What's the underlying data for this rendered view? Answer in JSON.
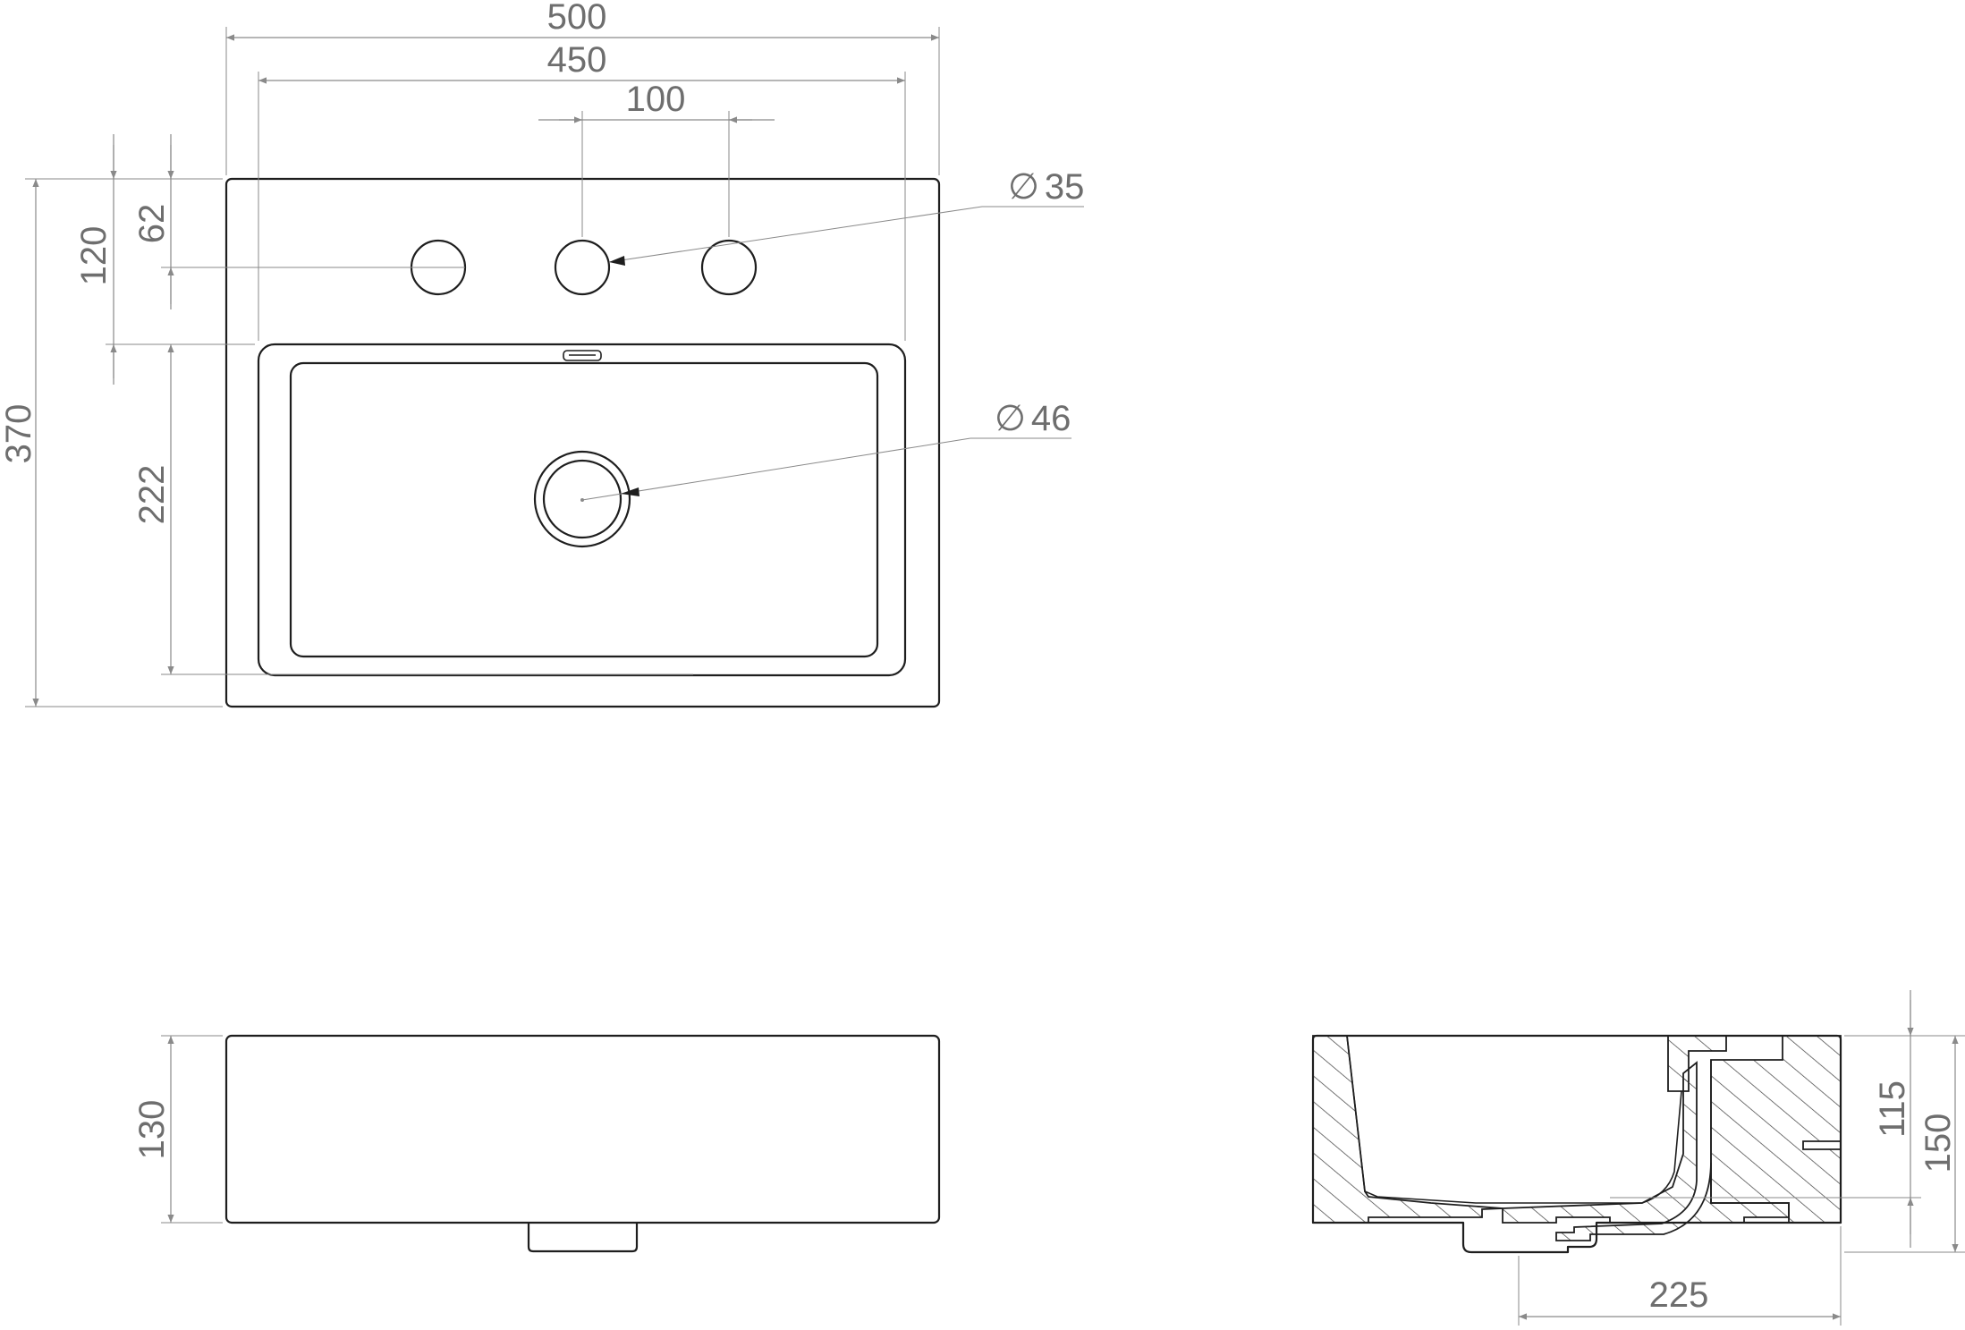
{
  "dimensions": {
    "top_view": {
      "overall_width": "500",
      "inner_width": "450",
      "tap_hole_spacing": "100",
      "tap_hole_diameter": "35",
      "waste_diameter": "46",
      "overall_depth": "370",
      "deck_depth": "120",
      "tap_hole_offset": "62",
      "bowl_depth": "222"
    },
    "front_view": {
      "height": "130"
    },
    "section_view": {
      "inner_height": "115",
      "overall_height": "150",
      "waste_offset": "225"
    },
    "diameter_symbol": "∅"
  }
}
